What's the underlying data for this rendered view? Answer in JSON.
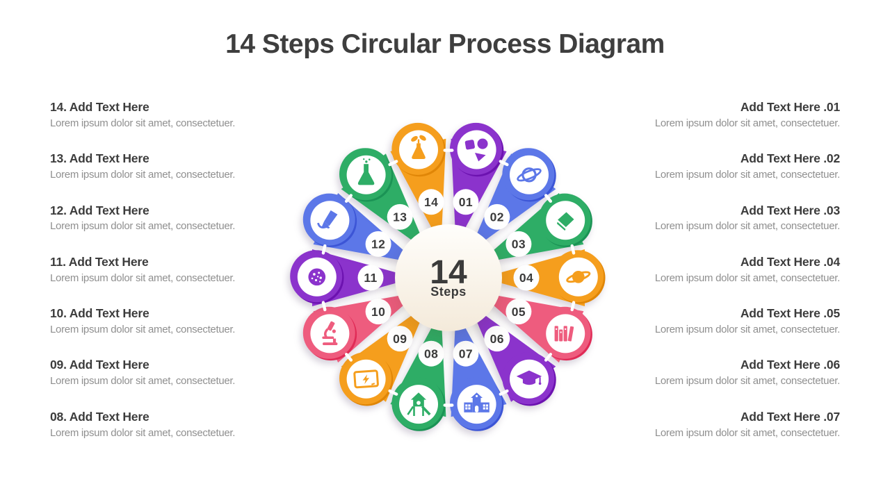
{
  "title": "14 Steps Circular Process Diagram",
  "center": {
    "number": "14",
    "label": "Steps"
  },
  "left_items": [
    {
      "heading": "14. Add Text Here",
      "body": "Lorem ipsum dolor sit amet, consectetuer."
    },
    {
      "heading": "13. Add Text Here",
      "body": "Lorem ipsum dolor sit amet, consectetuer."
    },
    {
      "heading": "12. Add Text Here",
      "body": "Lorem ipsum dolor sit amet, consectetuer."
    },
    {
      "heading": "11. Add Text Here",
      "body": "Lorem ipsum dolor sit amet, consectetuer."
    },
    {
      "heading": "10. Add Text Here",
      "body": "Lorem ipsum dolor sit amet, consectetuer."
    },
    {
      "heading": "09. Add Text Here",
      "body": "Lorem ipsum dolor sit amet, consectetuer."
    },
    {
      "heading": "08. Add Text Here",
      "body": "Lorem ipsum dolor sit amet, consectetuer."
    }
  ],
  "right_items": [
    {
      "heading": "Add Text Here .01",
      "body": "Lorem ipsum dolor sit amet, consectetuer."
    },
    {
      "heading": "Add Text Here .02",
      "body": "Lorem ipsum dolor sit amet, consectetuer."
    },
    {
      "heading": "Add Text Here .03",
      "body": "Lorem ipsum dolor sit amet, consectetuer."
    },
    {
      "heading": "Add Text Here .04",
      "body": "Lorem ipsum dolor sit amet, consectetuer."
    },
    {
      "heading": "Add Text Here .05",
      "body": "Lorem ipsum dolor sit amet, consectetuer."
    },
    {
      "heading": "Add Text Here .06",
      "body": "Lorem ipsum dolor sit amet, consectetuer."
    },
    {
      "heading": "Add Text Here .07",
      "body": "Lorem ipsum dolor sit amet, consectetuer."
    }
  ],
  "petals": [
    {
      "number": "01",
      "color": "purple",
      "icon": "shapes-icon"
    },
    {
      "number": "02",
      "color": "blue",
      "icon": "planet-outline-icon"
    },
    {
      "number": "03",
      "color": "green",
      "icon": "eraser-icon"
    },
    {
      "number": "04",
      "color": "orange",
      "icon": "saturn-icon"
    },
    {
      "number": "05",
      "color": "pink",
      "icon": "books-icon"
    },
    {
      "number": "06",
      "color": "purple",
      "icon": "graduation-cap-icon"
    },
    {
      "number": "07",
      "color": "blue",
      "icon": "school-icon"
    },
    {
      "number": "08",
      "color": "green",
      "icon": "playground-icon"
    },
    {
      "number": "09",
      "color": "orange",
      "icon": "tablet-icon"
    },
    {
      "number": "10",
      "color": "pink",
      "icon": "microscope-icon"
    },
    {
      "number": "11",
      "color": "purple",
      "icon": "cells-icon"
    },
    {
      "number": "12",
      "color": "blue",
      "icon": "pen-icon"
    },
    {
      "number": "13",
      "color": "green",
      "icon": "flask-icon"
    },
    {
      "number": "14",
      "color": "orange",
      "icon": "plant-flask-icon"
    }
  ],
  "palette": {
    "purple": {
      "main": "#8B33CC",
      "dark": "#6C12B0"
    },
    "blue": {
      "main": "#5C77E8",
      "dark": "#3C55D6"
    },
    "green": {
      "main": "#2EAD66",
      "dark": "#1B9355"
    },
    "orange": {
      "main": "#F59E1D",
      "dark": "#E08607"
    },
    "pink": {
      "main": "#EE5C7E",
      "dark": "#E02B56"
    }
  },
  "text_colors": {
    "title": "#3e3e3e",
    "heading": "#3c3c3c",
    "body": "#8f8f8f",
    "diagram_number": "#3b3b3b"
  },
  "center_fill": {
    "top": "#fffefb",
    "bottom": "#f4eada"
  }
}
